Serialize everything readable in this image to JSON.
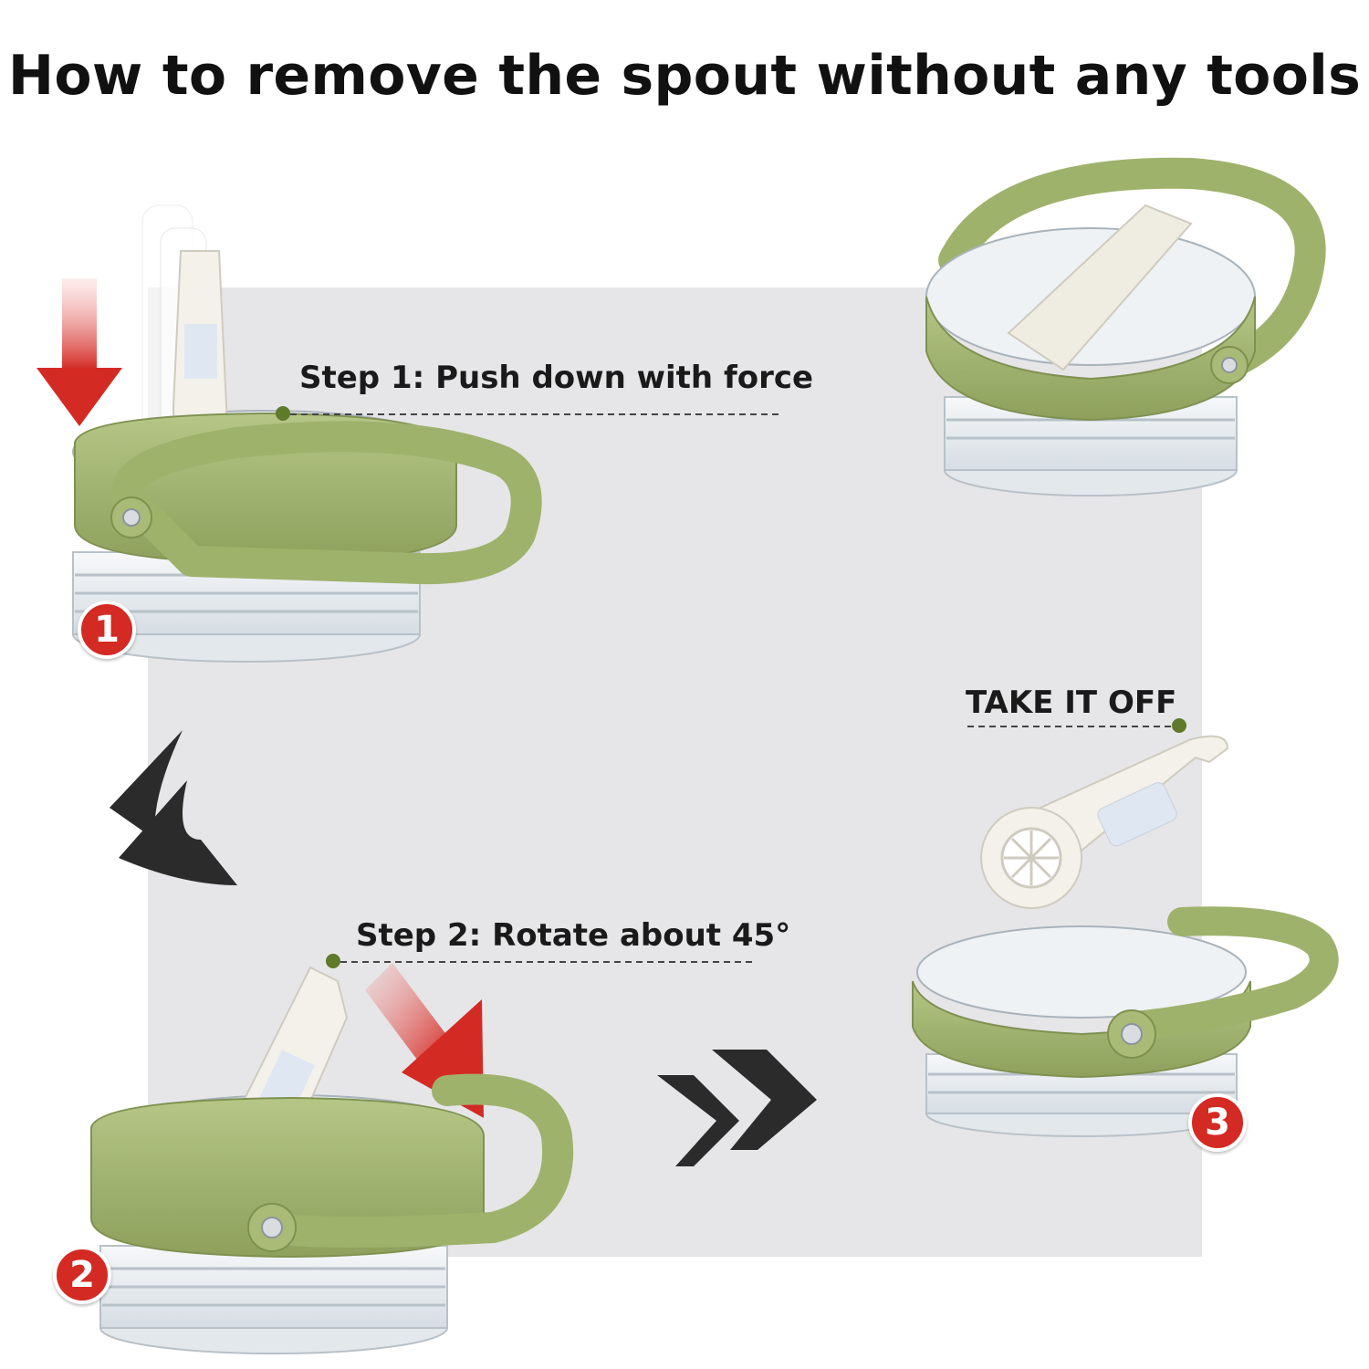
{
  "title": "How to remove the spout without any tools",
  "steps": [
    {
      "number": "1",
      "label": "Step 1: Push down with force"
    },
    {
      "number": "2",
      "label": "Step 2: Rotate about 45°"
    },
    {
      "number": "3",
      "label": "TAKE IT OFF"
    }
  ],
  "colors": {
    "lid_green": "#9fb26c",
    "lid_green_dark": "#7f9150",
    "badge_red": "#d42a24",
    "arrow_dark": "#2b2b2b",
    "panel_gray": "#e6e6e8",
    "leader_dot": "#5e7a2a"
  }
}
